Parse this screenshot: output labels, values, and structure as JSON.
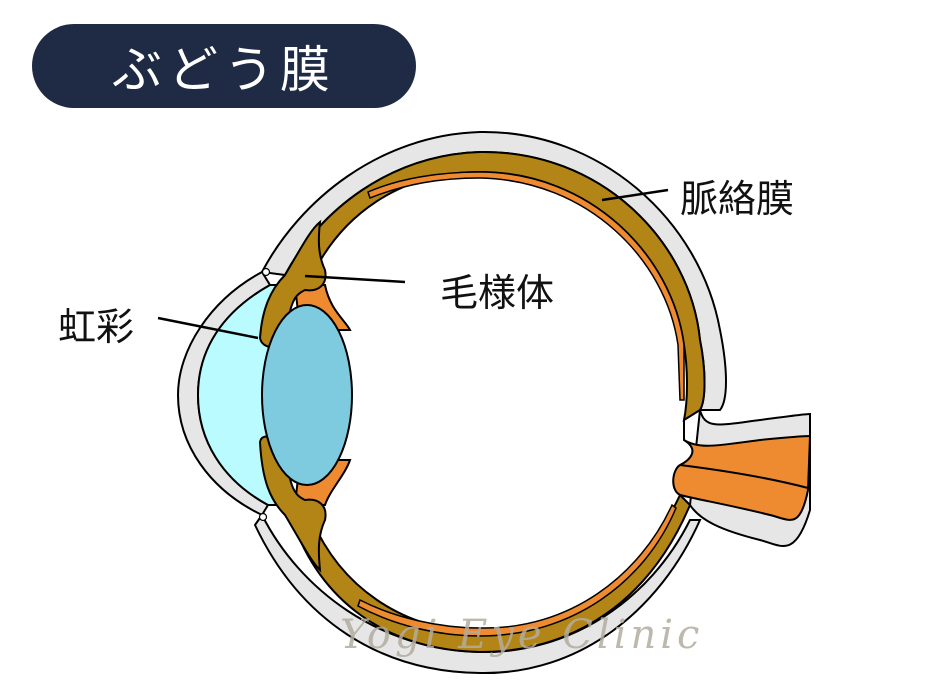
{
  "title": "ぶどう膜",
  "labels": {
    "choroid": "脈絡膜",
    "ciliary_body": "毛様体",
    "iris": "虹彩"
  },
  "watermark": "Yogi Eye Clinic",
  "colors": {
    "title_bg": "#1f2a44",
    "title_text": "#ffffff",
    "sclera": "#e6e6e6",
    "uvea": "#b38416",
    "retina": "#ee8a30",
    "cornea_chamber": "#b9fbff",
    "lens": "#7ecbe0",
    "optic_nerve": "#ee8a30",
    "outline": "#000000",
    "watermark": "#b3ada0"
  }
}
